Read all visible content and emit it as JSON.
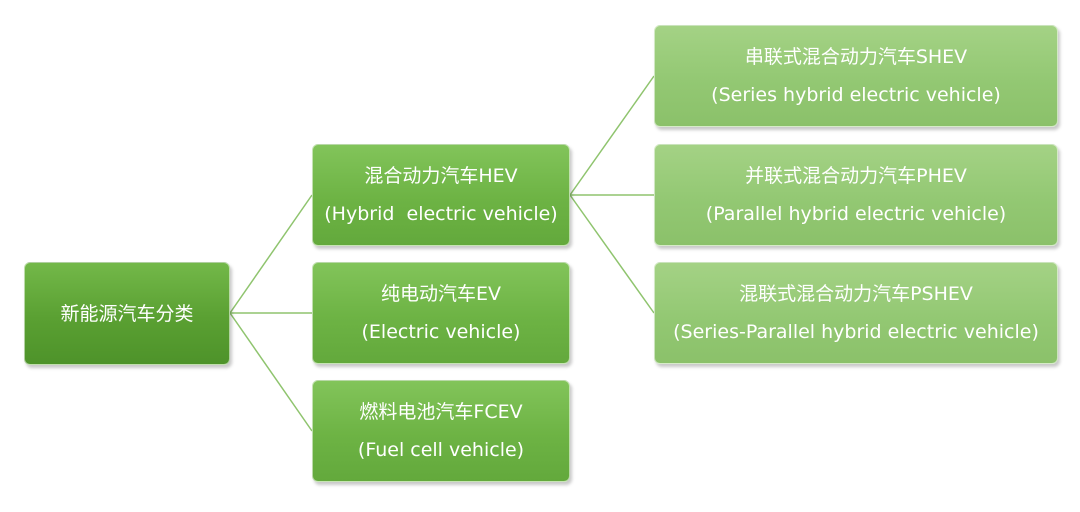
{
  "root": {
    "label": "新能源汽车分类"
  },
  "categories": [
    {
      "title": "混合动力汽车HEV",
      "subtitle": "(Hybrid  electric vehicle)"
    },
    {
      "title": "纯电动汽车EV",
      "subtitle": "(Electric vehicle)"
    },
    {
      "title": "燃料电池汽车FCEV",
      "subtitle": "(Fuel cell vehicle)"
    }
  ],
  "hybrid_types": [
    {
      "title": "串联式混合动力汽车SHEV",
      "subtitle": "(Series hybrid electric vehicle)"
    },
    {
      "title": "并联式混合动力汽车PHEV",
      "subtitle": "(Parallel hybrid electric vehicle)"
    },
    {
      "title": "混联式混合动力汽车PSHEV",
      "subtitle": "(Series-Parallel hybrid electric vehicle)"
    }
  ],
  "colors": {
    "connector": "#8fc46e",
    "root_fill": "#5aa032",
    "category_fill": "#6db344",
    "subtype_fill": "#93c873"
  }
}
